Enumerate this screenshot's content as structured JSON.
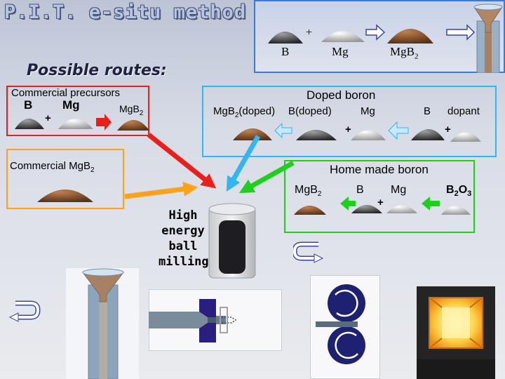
{
  "title": "P.I.T. e-situ method",
  "routes_heading": "Possible routes:",
  "top_panel": {
    "b": "B",
    "plus": "+",
    "mg": "Mg",
    "mgb2": "MgB",
    "sub2": "2"
  },
  "commercial_precursors": {
    "heading": "Commercial precursors",
    "b": "B",
    "mg": "Mg",
    "plus": "+",
    "mgb2": "MgB",
    "sub2": "2"
  },
  "commercial_mgb2": {
    "label": "Commercial MgB",
    "sub2": "2"
  },
  "doped_boron": {
    "heading": "Doped boron",
    "mgb2": "MgB",
    "sub2": "2",
    "mgb2_suffix": "(doped)",
    "b_doped": "B(doped)",
    "mg": "Mg",
    "b": "B",
    "dopant": "dopant",
    "plus1": "+",
    "plus2": "+"
  },
  "home_made_boron": {
    "heading": "Home made boron",
    "mgb2": "MgB",
    "sub2": "2",
    "b": "B",
    "mg": "Mg",
    "plus": "+",
    "b2o3_b": "B",
    "b2o3_2": "2",
    "b2o3_o": "O",
    "b2o3_3": "3"
  },
  "milling_label": [
    "High",
    "energy",
    "ball",
    "milling"
  ],
  "colors": {
    "red": "#e8201c",
    "blue": "#34b4f0",
    "green": "#1ecf1e",
    "orange": "#ffa21a",
    "boron": "#5a3a24",
    "magnesium": "#dcdcdc",
    "mgb2": "#8a5a3a",
    "panel_blue": "#3a7ad0"
  }
}
